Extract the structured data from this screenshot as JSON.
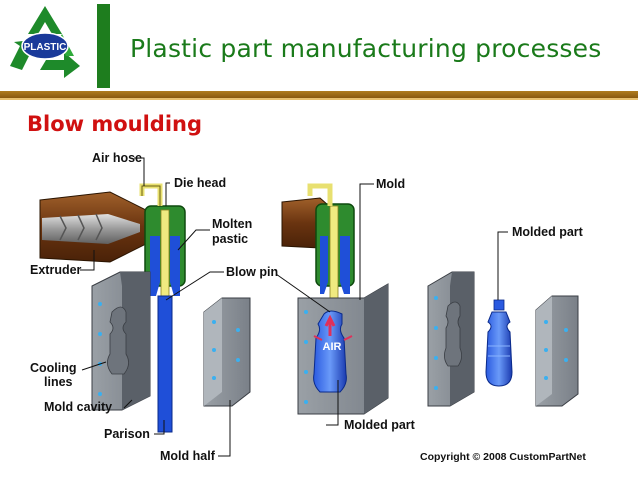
{
  "header": {
    "logo_text": "PLASTIC",
    "title": "Plastic part manufacturing processes"
  },
  "section": {
    "subtitle": "Blow moulding"
  },
  "labels": {
    "air_hose": "Air hose",
    "die_head": "Die head",
    "molten_plastic_line1": "Molten",
    "molten_plastic_line2": "pastic",
    "extruder": "Extruder",
    "blow_pin": "Blow pin",
    "cooling_lines_line1": "Cooling",
    "cooling_lines_line2": "lines",
    "mold_cavity": "Mold cavity",
    "parison": "Parison",
    "mold_half": "Mold half",
    "mold": "Mold",
    "molded_part_center": "Molded part",
    "molded_part_right": "Molded part",
    "air": "AIR"
  },
  "copyright": "Copyright © 2008 CustomPartNet",
  "colors": {
    "title_green": "#1a7a1a",
    "subtitle_red": "#d01010",
    "die_green": "#2e8b2e",
    "parison_blue": "#1f4fd8",
    "hose_yellow": "#e8e070",
    "mold_gray": "#8a8f96",
    "extruder_brown": "#8a4a1a"
  }
}
